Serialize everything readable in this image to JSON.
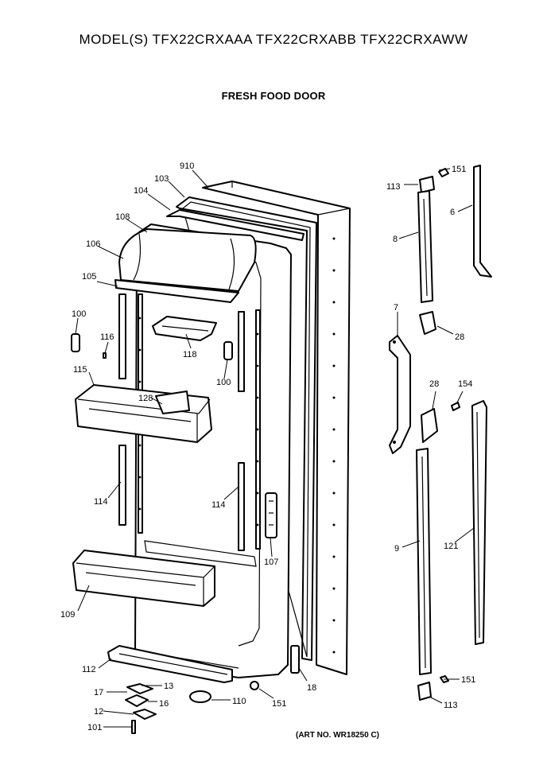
{
  "header": {
    "title": "MODEL(S) TFX22CRXAAA  TFX22CRXABB  TFX22CRXAWW",
    "subtitle": "FRESH FOOD DOOR",
    "art_number": "(ART NO. WR18250 C)"
  },
  "callouts": [
    {
      "id": "c910",
      "text": "910"
    },
    {
      "id": "c103",
      "text": "103"
    },
    {
      "id": "c104",
      "text": "104"
    },
    {
      "id": "c108",
      "text": "108"
    },
    {
      "id": "c106",
      "text": "106"
    },
    {
      "id": "c105",
      "text": "105"
    },
    {
      "id": "c100a",
      "text": "100"
    },
    {
      "id": "c116",
      "text": "116"
    },
    {
      "id": "c118",
      "text": "118"
    },
    {
      "id": "c100b",
      "text": "100"
    },
    {
      "id": "c115",
      "text": "115"
    },
    {
      "id": "c128",
      "text": "128"
    },
    {
      "id": "c114a",
      "text": "114"
    },
    {
      "id": "c114b",
      "text": "114"
    },
    {
      "id": "c107",
      "text": "107"
    },
    {
      "id": "c109",
      "text": "109"
    },
    {
      "id": "c112",
      "text": "112"
    },
    {
      "id": "c13",
      "text": "13"
    },
    {
      "id": "c17",
      "text": "17"
    },
    {
      "id": "c16",
      "text": "16"
    },
    {
      "id": "c12",
      "text": "12"
    },
    {
      "id": "c101",
      "text": "101"
    },
    {
      "id": "c110",
      "text": "110"
    },
    {
      "id": "c151a",
      "text": "151"
    },
    {
      "id": "c18",
      "text": "18"
    },
    {
      "id": "c113a",
      "text": "113"
    },
    {
      "id": "c151b",
      "text": "151"
    },
    {
      "id": "c6",
      "text": "6"
    },
    {
      "id": "c8",
      "text": "8"
    },
    {
      "id": "c7",
      "text": "7"
    },
    {
      "id": "c28a",
      "text": "28"
    },
    {
      "id": "c28b",
      "text": "28"
    },
    {
      "id": "c154",
      "text": "154"
    },
    {
      "id": "c9",
      "text": "9"
    },
    {
      "id": "c121",
      "text": "121"
    },
    {
      "id": "c151c",
      "text": "151"
    },
    {
      "id": "c113b",
      "text": "113"
    }
  ]
}
